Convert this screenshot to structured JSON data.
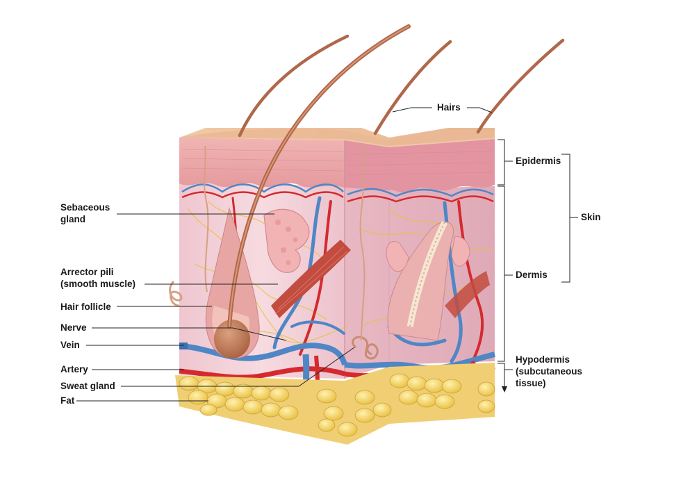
{
  "labels": {
    "hairs": "Hairs",
    "epidermis": "Epidermis",
    "skin": "Skin",
    "dermis": "Dermis",
    "hypodermis_line1": "Hypodermis",
    "hypodermis_line2": "(subcutaneous",
    "hypodermis_line3": "tissue)",
    "sebaceous_line1": "Sebaceous",
    "sebaceous_line2": "gland",
    "arrector_line1": "Arrector pili",
    "arrector_line2": "(smooth muscle)",
    "hair_follicle": "Hair follicle",
    "nerve": "Nerve",
    "vein": "Vein",
    "artery": "Artery",
    "sweat_gland": "Sweat gland",
    "fat": "Fat"
  },
  "colors": {
    "epidermis": "#e9a3a4",
    "dermis": "#f3cfd6",
    "hair": "#b0684a",
    "vein": "#4f86c6",
    "artery": "#d42a2e",
    "fat": "#f2cf5b",
    "nerve": "#e8c23a"
  }
}
